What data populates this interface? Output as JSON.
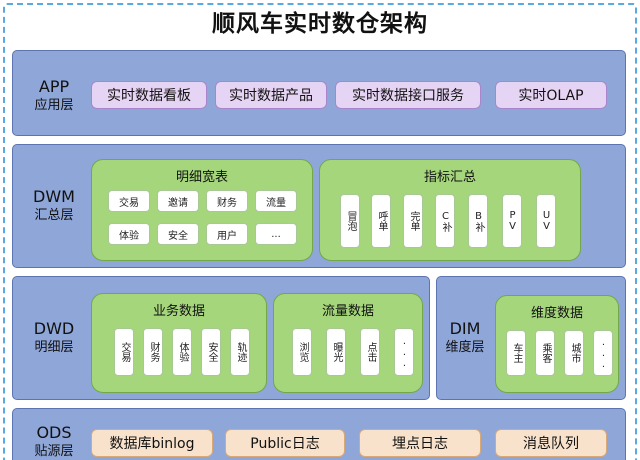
{
  "title": "顺风车实时数仓架构",
  "app": {
    "en": "APP",
    "cn": "应用层",
    "items": [
      "实时数据看板",
      "实时数据产品",
      "实时数据接口服务",
      "实时OLAP"
    ]
  },
  "dwm": {
    "en": "DWM",
    "cn": "汇总层",
    "wide": {
      "title": "明细宽表",
      "row1": [
        "交易",
        "邀请",
        "财务",
        "流量"
      ],
      "row2": [
        "体验",
        "安全",
        "用户",
        "..."
      ]
    },
    "metrics": {
      "title": "指标汇总",
      "items": [
        "冒泡",
        "呼单",
        "完单",
        "C补",
        "B补",
        "PV",
        "UV"
      ]
    }
  },
  "dwd": {
    "en": "DWD",
    "cn": "明细层",
    "business": {
      "title": "业务数据",
      "items": [
        "交易",
        "财务",
        "体验",
        "安全",
        "轨迹"
      ]
    },
    "traffic": {
      "title": "流量数据",
      "items": [
        "浏览",
        "曝光",
        "点击",
        "..."
      ]
    }
  },
  "dim": {
    "en": "DIM",
    "cn": "维度层",
    "group": {
      "title": "维度数据",
      "items": [
        "车主",
        "乘客",
        "城市",
        "..."
      ]
    }
  },
  "ods": {
    "en": "ODS",
    "cn": "贴源层",
    "items": [
      "数据库binlog",
      "Public日志",
      "埋点日志",
      "消息队列"
    ]
  }
}
